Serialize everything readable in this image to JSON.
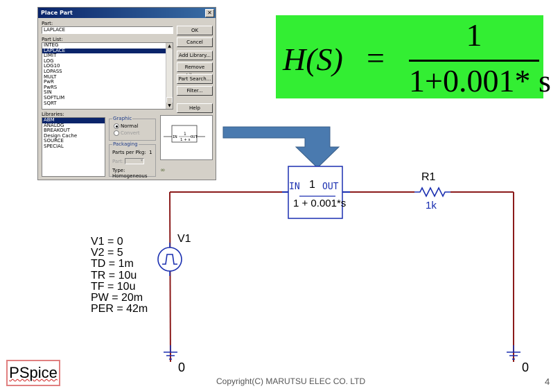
{
  "dialog": {
    "title": "Place Part",
    "part_label": "Part:",
    "part_value": "LAPLACE",
    "part_list_label": "Part List:",
    "part_list": [
      "INTEG",
      "LAPLACE",
      "LIMIT",
      "LOG",
      "LOG10",
      "LOPASS",
      "MULT",
      "PwR",
      "PwRS",
      "SIN",
      "SOFTLIM",
      "SQRT"
    ],
    "selected_part_index": 1,
    "buttons": {
      "ok": "OK",
      "cancel": "Cancel",
      "add_library": "Add Library...",
      "remove_library": "Remove Library",
      "part_search": "Part Search...",
      "filter": "Filter...",
      "help": "Help"
    },
    "libraries_label": "Libraries:",
    "libraries": [
      "ABM",
      "ANALOG",
      "BREAKOUT",
      "Design Cache",
      "SOURCE",
      "SPECIAL"
    ],
    "selected_library_index": 0,
    "graphic": {
      "label": "Graphic",
      "normal": "Normal",
      "convert": "Convert"
    },
    "packaging": {
      "label": "Packaging",
      "parts_per_pkg_label": "Parts per Pkg:",
      "parts_per_pkg_value": "1",
      "part_label": "Part:",
      "type_label": "Type: Homogeneous"
    },
    "preview": {
      "in": "IN",
      "num": "1",
      "out": "OUT",
      "den": "1 + s"
    }
  },
  "formula": {
    "lhs": "H(S)",
    "eq": "=",
    "numerator": "1",
    "denominator": "1+0.001* s"
  },
  "schematic": {
    "laplace_block": {
      "in": "IN",
      "num": "1",
      "out": "OUT",
      "den": "1 + 0.001*s"
    },
    "resistor": {
      "name": "R1",
      "value": "1k"
    },
    "source": {
      "name": "V1",
      "params": [
        "V1 = 0",
        "V2 = 5",
        "TD = 1m",
        "TR = 10u",
        "TF = 10u",
        "PW = 20m",
        "PER = 42m"
      ]
    },
    "ground_left": "0",
    "ground_right": "0"
  },
  "footer": {
    "logo": "PSpice",
    "copyright": "Copyright(C) MARUTSU ELEC CO. LTD",
    "page": "4"
  },
  "colors": {
    "wire": "#8b1a1a",
    "component": "#1a2fb0",
    "arrow": "#4a7aaf",
    "formula_bg": "#33ee33"
  }
}
